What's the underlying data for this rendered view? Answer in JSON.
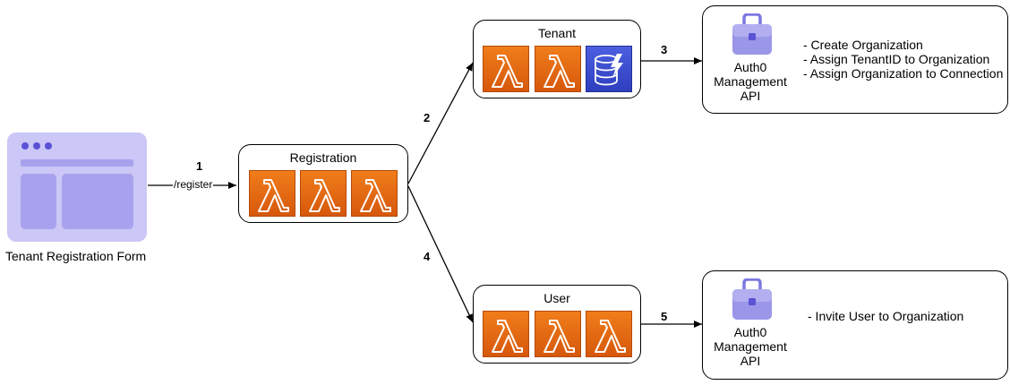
{
  "form": {
    "label": "Tenant Registration Form",
    "icon": "web-form-icon"
  },
  "registration": {
    "title": "Registration",
    "lambda_count": 3
  },
  "tenant": {
    "title": "Tenant",
    "lambda_count": 2,
    "has_dynamodb": true
  },
  "user": {
    "title": "User",
    "lambda_count": 3
  },
  "api_top": {
    "label_line1": "Auth0",
    "label_line2": "Management",
    "label_line3": "API",
    "notes": [
      "- Create Organization",
      "- Assign TenantID to Organization",
      "- Assign Organization to Connection"
    ]
  },
  "api_bottom": {
    "label_line1": "Auth0",
    "label_line2": "Management",
    "label_line3": "API",
    "notes": [
      "- Invite User to Organization"
    ]
  },
  "edges": {
    "e1": {
      "step": "1",
      "label": "/register"
    },
    "e2": {
      "step": "2"
    },
    "e3": {
      "step": "3"
    },
    "e4": {
      "step": "4"
    },
    "e5": {
      "step": "5"
    }
  },
  "colors": {
    "lambda": "#e8700f",
    "dynamodb": "#3a4fd6",
    "toolbox": "#9b97e8",
    "browser_window": "#cbc7f6"
  }
}
